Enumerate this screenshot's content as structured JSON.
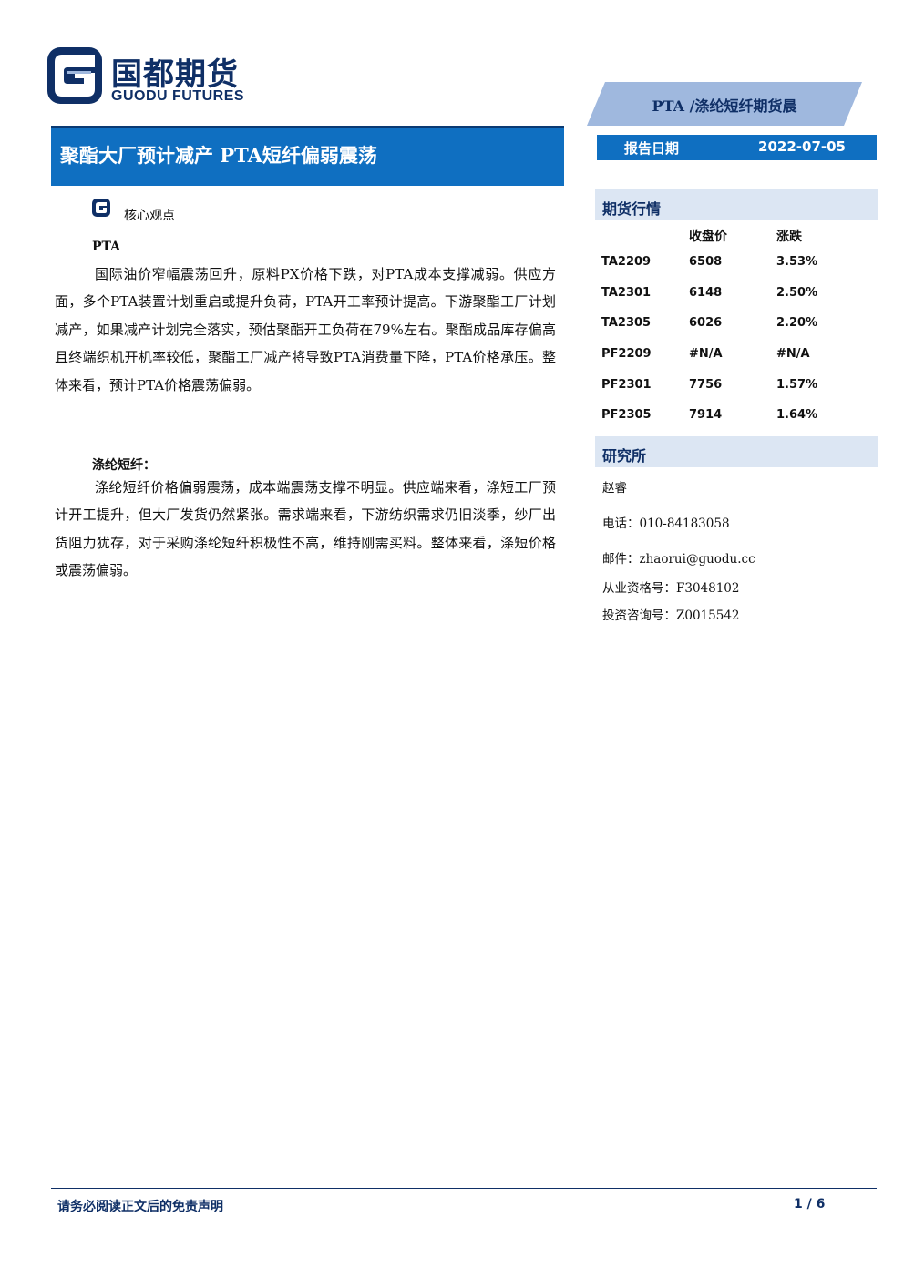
{
  "logo": {
    "name_cn": "国都期货",
    "name_en": "GUODU FUTURES"
  },
  "banner": {
    "label": "PTA /涤纶短纤期货晨"
  },
  "title": "聚酯大厂预计减产 PTA短纤偏弱震荡",
  "report_date": {
    "label": "报告日期",
    "value": "2022-07-05"
  },
  "market": {
    "heading": "期货行情",
    "columns": [
      "",
      "收盘价",
      "涨跌"
    ],
    "rows": [
      {
        "contract": "TA2209",
        "close": "6508",
        "change": "3.53%"
      },
      {
        "contract": "TA2301",
        "close": "6148",
        "change": "2.50%"
      },
      {
        "contract": "TA2305",
        "close": "6026",
        "change": "2.20%"
      },
      {
        "contract": "PF2209",
        "close": "#N/A",
        "change": "#N/A"
      },
      {
        "contract": "PF2301",
        "close": "7756",
        "change": "1.57%"
      },
      {
        "contract": "PF2305",
        "close": "7914",
        "change": "1.64%"
      }
    ]
  },
  "research": {
    "heading": "研究所",
    "analyst": "赵睿",
    "phone": "电话：010-84183058",
    "email": "邮件：zhaorui@guodu.cc",
    "license": "从业资格号：F3048102",
    "advisory": "投资咨询号：Z0015542"
  },
  "core_view": {
    "label": "核心观点",
    "pta_heading": "PTA",
    "pta_text": "国际油价窄幅震荡回升，原料PX价格下跌，对PTA成本支撑减弱。供应方面，多个PTA装置计划重启或提升负荷，PTA开工率预计提高。下游聚酯工厂计划减产，如果减产计划完全落实，预估聚酯开工负荷在79%左右。聚酯成品库存偏高且终端织机开机率较低，聚酯工厂减产将导致PTA消费量下降，PTA价格承压。整体来看，预计PTA价格震荡偏弱。",
    "pf_heading": "涤纶短纤：",
    "pf_text": "涤纶短纤价格偏弱震荡，成本端震荡支撑不明显。供应端来看，涤短工厂预计开工提升，但大厂发货仍然紧张。需求端来看，下游纺织需求仍旧淡季，纱厂出货阻力犹存，对于采购涤纶短纤积极性不高，维持刚需买料。整体来看，涤短价格或震荡偏弱。"
  },
  "footer": {
    "disclaimer": "请务必阅读正文后的免责声明",
    "page": "1 / 6"
  },
  "colors": {
    "brand_blue": "#0f6fc1",
    "navy": "#0f2f66",
    "light_blue": "#9fb8de",
    "section_bg": "#dce6f3"
  }
}
